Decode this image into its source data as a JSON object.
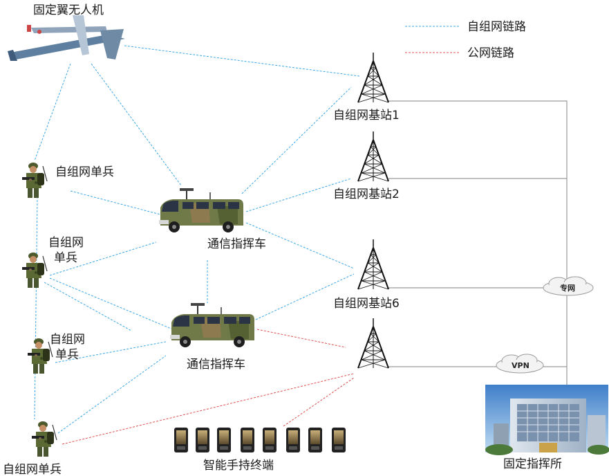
{
  "legend": {
    "adhoc_link": "自组网链路",
    "public_link": "公网链路",
    "adhoc_color": "#3aa7e6",
    "public_color": "#e05050"
  },
  "labels": {
    "uav": "固定翼无人机",
    "soldier_1": "自组网单兵",
    "soldier_2_line1": "自组网",
    "soldier_2_line2": "单兵",
    "soldier_3_line1": "自组网",
    "soldier_3_line2": "单兵",
    "soldier_4": "自组网单兵",
    "vehicle_1": "通信指挥车",
    "vehicle_2": "通信指挥车",
    "station_1": "自组网基站1",
    "station_2": "自组网基站2",
    "station_6": "自组网基站6",
    "handheld": "智能手持终端",
    "command_post": "固定指挥所",
    "private_net": "专网",
    "vpn": "VPN"
  },
  "icons": {
    "uav": "fixed-wing-uav-icon",
    "soldier": "soldier-icon",
    "vehicle": "command-vehicle-icon",
    "tower": "lattice-tower-icon",
    "handheld": "handheld-terminal-icon",
    "building": "command-building-icon",
    "cloud": "cloud-icon"
  }
}
